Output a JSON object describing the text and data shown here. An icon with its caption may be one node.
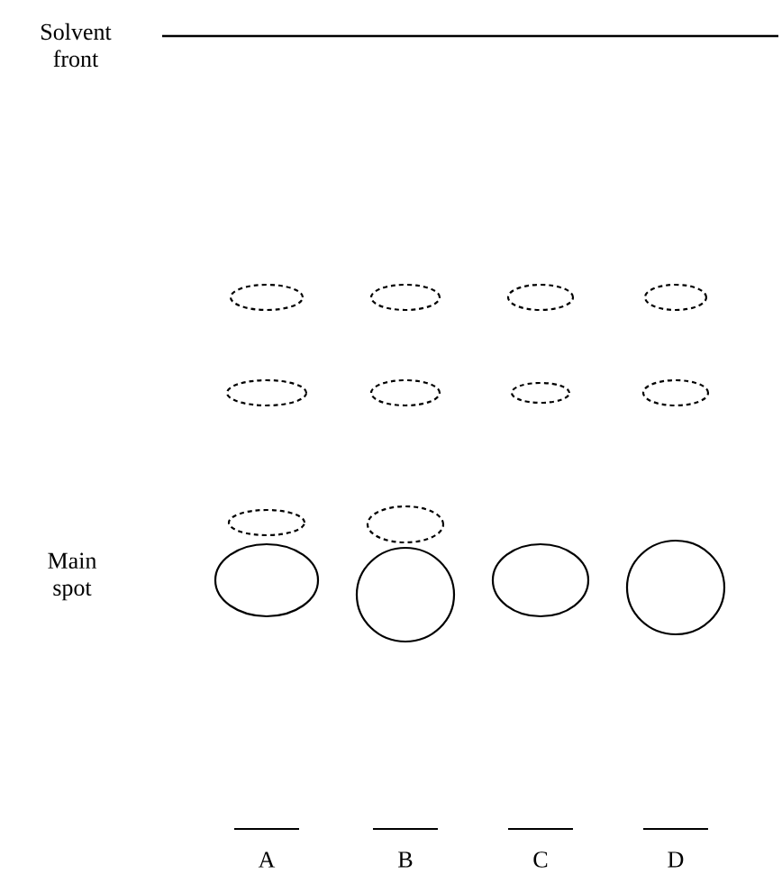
{
  "diagram": {
    "labels": [
      "Solvent front",
      "Main spot",
      "A",
      "B",
      "C",
      "D"
    ]
  }
}
